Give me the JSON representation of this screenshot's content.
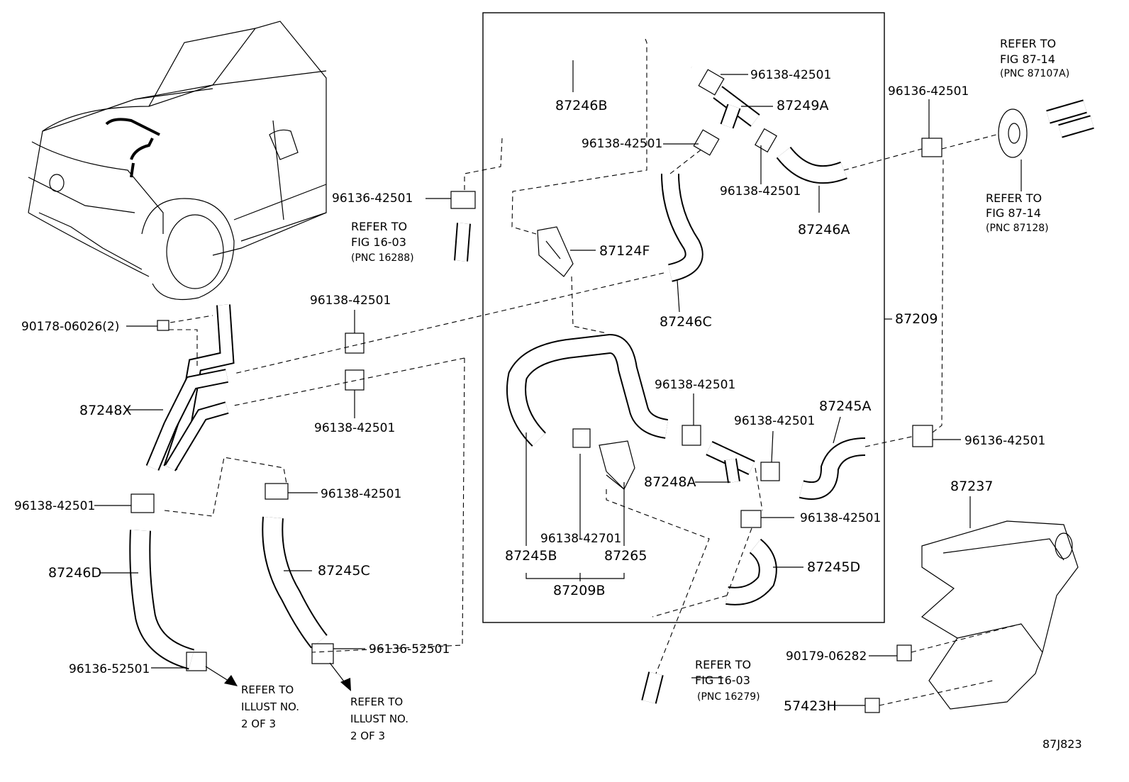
{
  "diagram_code": "87J823",
  "labels": {
    "p87246B": "87246B",
    "p96138_top": "96138-42501",
    "p87249A": "87249A",
    "p96136_tr": "96136-42501",
    "p96138_a": "96138-42501",
    "p96138_b": "96138-42501",
    "p87246A": "87246A",
    "p96136_left": "96136-42501",
    "p87124F": "87124F",
    "p87246C": "87246C",
    "p87209": "87209",
    "p90178": "90178-06026(2)",
    "p96138_c": "96138-42501",
    "p87248X": "87248X",
    "p96138_d": "96138-42501",
    "p96138_e": "96138-42501",
    "p87245A": "87245A",
    "p96138_f": "96138-42501",
    "p96136_right": "96136-42501",
    "p87237": "87237",
    "p87248A": "87248A",
    "p96138_g": "96138-42501",
    "p96138_h": "96138-42501",
    "p96138_i": "96138-42501",
    "p96138_42701": "96138-42701",
    "p87245B": "87245B",
    "p87265": "87265",
    "p87209B": "87209B",
    "p87245D": "87245D",
    "p87246D": "87246D",
    "p87245C": "87245C",
    "p96136_52501_a": "96136-52501",
    "p96136_52501_b": "96136-52501",
    "p90179": "90179-06282",
    "p57423H": "57423H"
  },
  "refs": {
    "r1": {
      "line1": "REFER TO",
      "line2": "FIG 87-14",
      "line3": "(PNC 87107A)"
    },
    "r2": {
      "line1": "REFER TO",
      "line2": "FIG 87-14",
      "line3": "(PNC 87128)"
    },
    "r3": {
      "line1": "REFER TO",
      "line2": "FIG 16-03",
      "line3": "(PNC 16288)"
    },
    "r4": {
      "line1": "REFER TO",
      "line2": "FIG 16-03",
      "line3": "(PNC 16279)"
    }
  },
  "notes": {
    "n1": {
      "line1": "REFER TO",
      "line2": "ILLUST NO.",
      "line3": "2 OF 3"
    },
    "n2": {
      "line1": "REFER TO",
      "line2": "ILLUST NO.",
      "line3": "2 OF 3"
    }
  }
}
